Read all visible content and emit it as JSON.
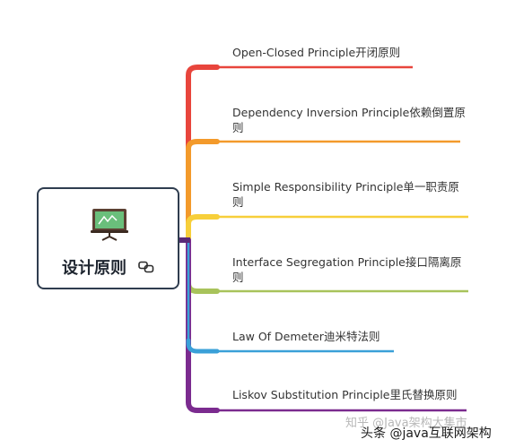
{
  "root": {
    "title": "设计原则",
    "icon": "presentation-board-icon",
    "secondary_icon": "link-icon"
  },
  "branches": [
    {
      "label": "Open-Closed Principle开闭原则",
      "color": "#e8453c"
    },
    {
      "label": "Dependency Inversion Principle依赖倒置原则",
      "color": "#f39a2b"
    },
    {
      "label": "Simple Responsibility Principle单一职责原则",
      "color": "#f7cf3a"
    },
    {
      "label": "Interface Segregation Principle接口隔离原则",
      "color": "#a8c35b"
    },
    {
      "label": "Law Of Demeter迪米特法则",
      "color": "#3aa0d8"
    },
    {
      "label": "Liskov Substitution Principle里氏替换原则",
      "color": "#7b2b8f"
    }
  ],
  "watermarks": {
    "zhihu": "知乎 @Java架构大集市",
    "toutiao": "头条 @java互联网架构"
  }
}
